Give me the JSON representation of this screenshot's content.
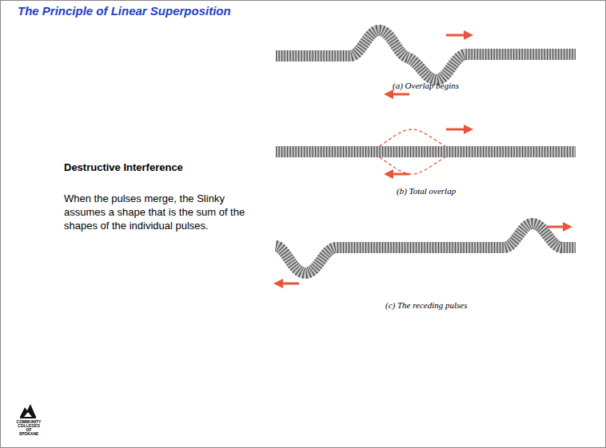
{
  "diagram": {
    "title": "The Principle of Linear Superposition",
    "labels": [
      "Destructive Interference",
      "When the pulses merge, the Slinky assumes a shape that is the sum of the shapes of the individual pulses.",
      "(a) Overlap begins",
      "(b) Total overlap",
      "(c) The receding pulses",
      "COMMUNITY COLLEGES OF SPOKANE"
    ]
  }
}
